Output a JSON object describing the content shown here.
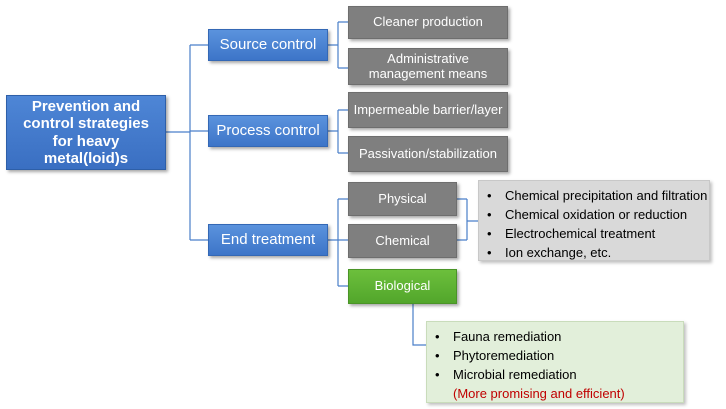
{
  "root": {
    "label": "Prevention and control strategies for heavy metal(loid)s"
  },
  "branches": [
    {
      "label": "Source control",
      "children": [
        "Cleaner production",
        "Administrative management means"
      ]
    },
    {
      "label": "Process control",
      "children": [
        "Impermeable barrier/layer",
        "Passivation/stabilization"
      ]
    },
    {
      "label": "End treatment",
      "children": [
        "Physical",
        "Chemical",
        "Biological"
      ]
    }
  ],
  "physchem_details": {
    "items": [
      "Chemical precipitation and filtration",
      "Chemical oxidation or reduction",
      "Electrochemical treatment",
      "Ion exchange, etc."
    ]
  },
  "bio_details": {
    "items": [
      "Fauna remediation",
      "Phytoremediation",
      "Microbial remediation"
    ],
    "note": "(More promising and efficient)"
  },
  "colors": {
    "primary_blue": "#3a6fc2",
    "grey_box": "#7f7f7f",
    "bio_green": "#5aae30",
    "note_red": "#c00000"
  }
}
